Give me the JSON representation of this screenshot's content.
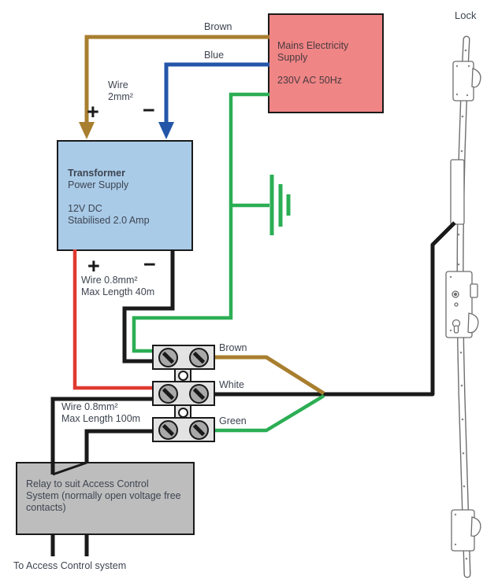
{
  "title": "Electric lock wiring diagram",
  "colors": {
    "brown_wire": "#a87e2f",
    "blue_wire": "#2356a8",
    "green_wire": "#2bae54",
    "red_wire": "#e03a30",
    "black_wire": "#1a1a1a",
    "mains_box_fill": "#ef8585",
    "transformer_box_fill": "#a9cbe8",
    "relay_box_fill": "#bdbdbd",
    "terminal_block_fill": "#e3e3e3",
    "text": "#3e4450"
  },
  "mains": {
    "line1": "Mains Electricity Supply",
    "line2": "230V AC 50Hz"
  },
  "transformer": {
    "line1": "Transformer",
    "line2": "Power Supply",
    "line3": "12V DC",
    "line4": "Stabilised 2.0 Amp"
  },
  "relay": {
    "text": "Relay to suit Access Control System (normally open voltage free contacts)"
  },
  "labels": {
    "brown_top": "Brown",
    "blue_top": "Blue",
    "wire2_l1": "Wire",
    "wire2_l2": "2mm²",
    "plus": "+",
    "minus": "−",
    "wire40_l1": "Wire 0.8mm²",
    "wire40_l2": "Max Length 40m",
    "wire100_l1": "Wire 0.8mm²",
    "wire100_l2": "Max Length 100m",
    "to_access": "To Access Control system",
    "lock": "Lock"
  },
  "terminals": {
    "rows": [
      {
        "label": "Brown"
      },
      {
        "label": "White"
      },
      {
        "label": "Green"
      }
    ]
  },
  "wires": [
    {
      "name": "mains-live",
      "label": "Brown",
      "color": "#a87e2f",
      "from": "Mains Electricity Supply",
      "to": "Transformer +"
    },
    {
      "name": "mains-neutral",
      "label": "Blue",
      "color": "#2356a8",
      "from": "Mains Electricity Supply",
      "to": "Transformer −"
    },
    {
      "name": "mains-earth",
      "color": "#2bae54",
      "from": "Mains Electricity Supply",
      "to": "Earth and top terminal block"
    },
    {
      "name": "dc-positive",
      "color": "#e03a30",
      "from": "Transformer +",
      "to": "Middle terminal block"
    },
    {
      "name": "dc-negative",
      "color": "#1a1a1a",
      "from": "Transformer −",
      "to": "Top terminal block"
    },
    {
      "name": "lock-core-brown",
      "label": "Brown",
      "color": "#a87e2f",
      "from": "Top terminal block",
      "to": "Lock cable"
    },
    {
      "name": "lock-core-white",
      "label": "White",
      "color": "#1a1a1a",
      "from": "Middle terminal block",
      "to": "Lock cable"
    },
    {
      "name": "lock-core-green",
      "label": "Green",
      "color": "#2bae54",
      "from": "Bottom terminal block",
      "to": "Lock cable"
    },
    {
      "name": "relay-contact-wires",
      "color": "#1a1a1a",
      "from": "Middle and bottom terminal blocks",
      "to": "Relay / To Access Control system"
    }
  ]
}
